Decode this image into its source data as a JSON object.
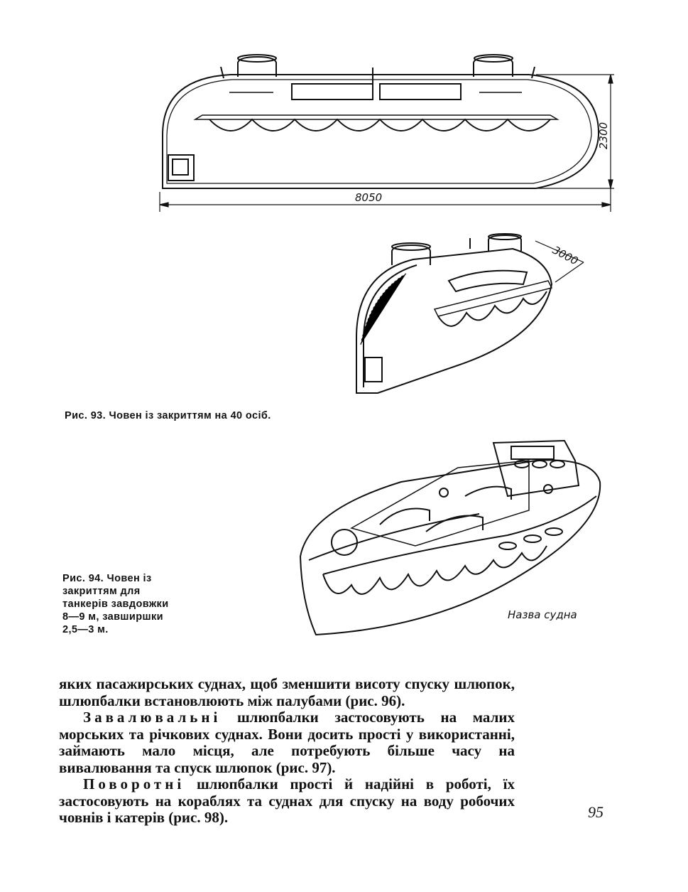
{
  "figure93": {
    "dimension_length": "8050",
    "dimension_height": "2300",
    "dimension_width": "3000",
    "caption_label": "Рис. 93.",
    "caption_text": "Човен із закриттям на 40 осіб."
  },
  "figure94": {
    "caption_label": "Рис. 94.",
    "caption_lines": [
      "Човен із",
      "закриттям для",
      "танкерів завдовжки",
      "8—9 м, завширшки",
      "2,5—3 м."
    ],
    "hull_label": "Назва судна"
  },
  "body": {
    "p1": "яких пасажирських суднах, щоб зменшити висоту спуску шлюпок, шлюпбалки встановлюють між палубами (рис. 96).",
    "p2_term": "Завалювальні",
    "p2_rest": " шлюпбалки застосовують на малих морських та річкових суднах. Вони досить прості у використанні, займають мало місця, але потребують більше часу на вивалювання та спуск шлюпок (рис. 97).",
    "p3_term": "Поворотні",
    "p3_rest": " шлюпбалки прості й надійні в роботі, їх застосовують на кораблях та суднах для спуску на воду робочих човнів і катерів (рис. 98)."
  },
  "page_number": "95"
}
